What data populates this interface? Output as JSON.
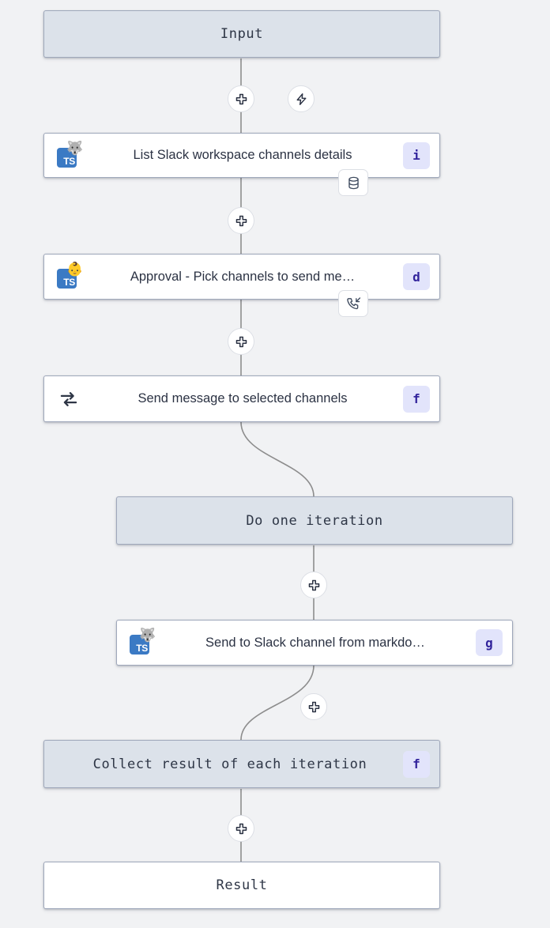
{
  "theme": {
    "canvas_bg": "#f1f2f4",
    "node_tint": "#dce2ea",
    "node_white": "#ffffff",
    "node_border": "#9fa8bb",
    "edge_color": "#8d8d8d",
    "badge_bg": "#e2e4fb",
    "badge_fg": "#32249c",
    "ts_badge_bg": "#3b7ac4"
  },
  "graph": {
    "input_node": {
      "label": "Input"
    },
    "result_node": {
      "label": "Result"
    },
    "iteration_node": {
      "label": "Do one iteration"
    },
    "collect_node": {
      "label": "Collect result of each iteration",
      "badge": "f"
    },
    "steps": [
      {
        "label": "List Slack workspace channels details",
        "badge": "i",
        "lang_badge": "TS",
        "overlay_emoji": "🐺",
        "side_icon": "database-icon"
      },
      {
        "label": "Approval - Pick channels to send me…",
        "badge": "d",
        "lang_badge": "TS",
        "overlay_emoji": "👶",
        "side_icon": "phone-incoming-icon"
      },
      {
        "label": "Send message to selected channels",
        "badge": "f",
        "lang_badge": "",
        "overlay_emoji": "",
        "side_icon": ""
      },
      {
        "label": "Send to Slack channel from markdo…",
        "badge": "g",
        "lang_badge": "TS",
        "overlay_emoji": "🐺",
        "side_icon": ""
      }
    ],
    "edge_buttons": [
      {
        "name": "add-step-button-1",
        "icon": "plus-icon"
      },
      {
        "name": "trigger-button-1",
        "icon": "lightning-icon"
      },
      {
        "name": "add-step-button-2",
        "icon": "plus-icon"
      },
      {
        "name": "add-step-button-3",
        "icon": "plus-icon"
      },
      {
        "name": "add-step-button-4",
        "icon": "plus-icon"
      },
      {
        "name": "add-step-button-5",
        "icon": "plus-icon"
      },
      {
        "name": "add-step-button-6",
        "icon": "plus-icon"
      }
    ]
  }
}
